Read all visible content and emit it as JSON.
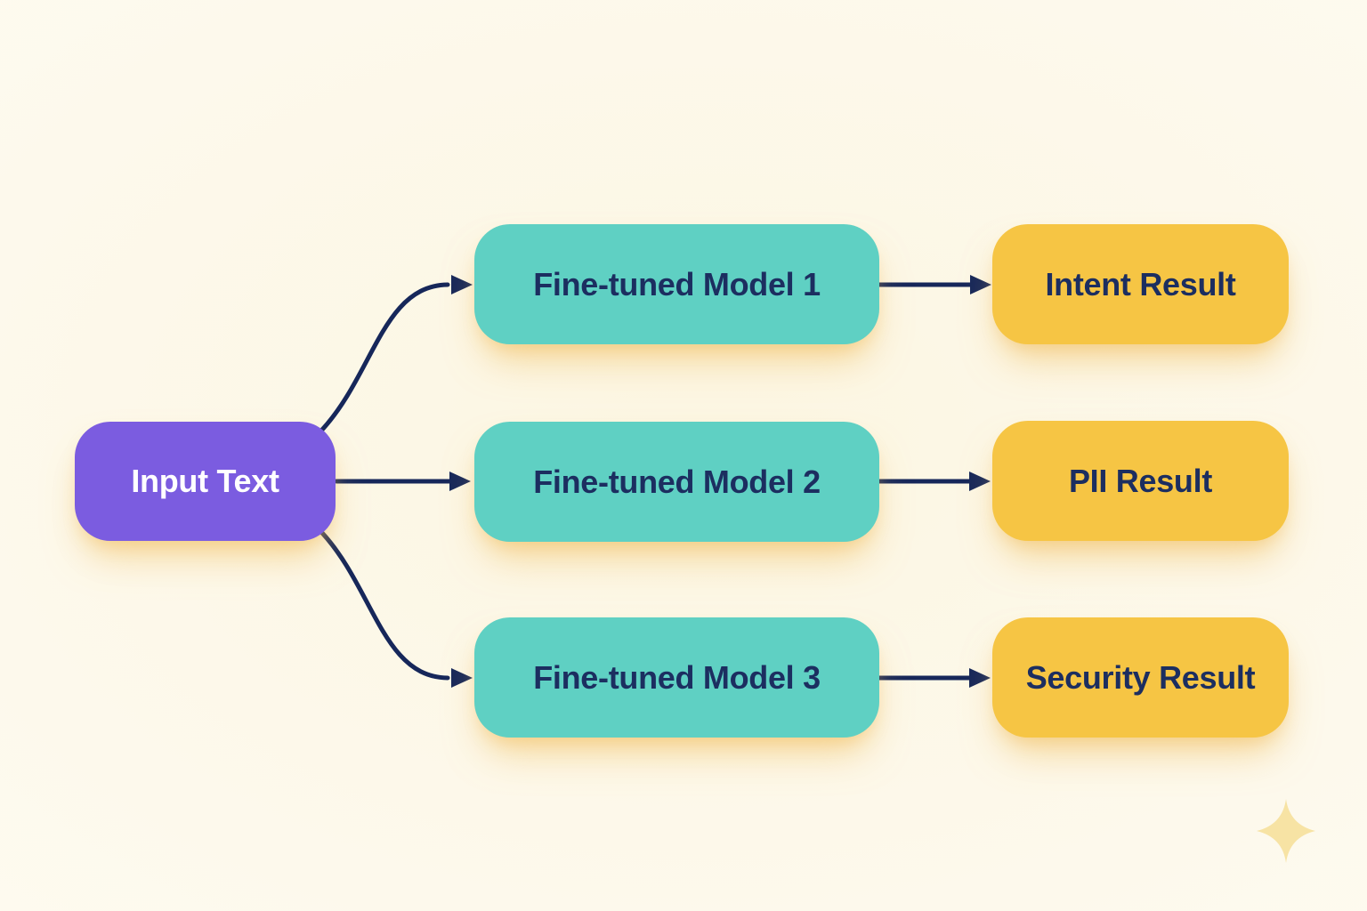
{
  "diagram": {
    "nodes": {
      "input": {
        "id": "input",
        "label": "Input Text"
      },
      "models": [
        {
          "id": "model-1",
          "label": "Fine-tuned Model 1"
        },
        {
          "id": "model-2",
          "label": "Fine-tuned Model 2"
        },
        {
          "id": "model-3",
          "label": "Fine-tuned Model 3"
        }
      ],
      "results": [
        {
          "id": "result-intent",
          "label": "Intent Result"
        },
        {
          "id": "result-pii",
          "label": "PII Result"
        },
        {
          "id": "result-security",
          "label": "Security Result"
        }
      ]
    },
    "edges": [
      {
        "from": "input",
        "to": "model-1"
      },
      {
        "from": "input",
        "to": "model-2"
      },
      {
        "from": "input",
        "to": "model-3"
      },
      {
        "from": "model-1",
        "to": "result-intent"
      },
      {
        "from": "model-2",
        "to": "result-pii"
      },
      {
        "from": "model-3",
        "to": "result-security"
      }
    ],
    "icons": {
      "sparkle": "✦"
    },
    "colors": {
      "background": "#fcf6e2",
      "background-edge": "#fdf9ec",
      "input-fill": "#7b5ce0",
      "model-fill": "#5fd0c3",
      "result-fill": "#f6c544",
      "text-dark": "#1c2e60",
      "text-light": "#ffffff",
      "arrow": "#16275a",
      "sparkle": "#f7e3a4",
      "glow": "rgba(240,186,83,0.55)"
    }
  }
}
